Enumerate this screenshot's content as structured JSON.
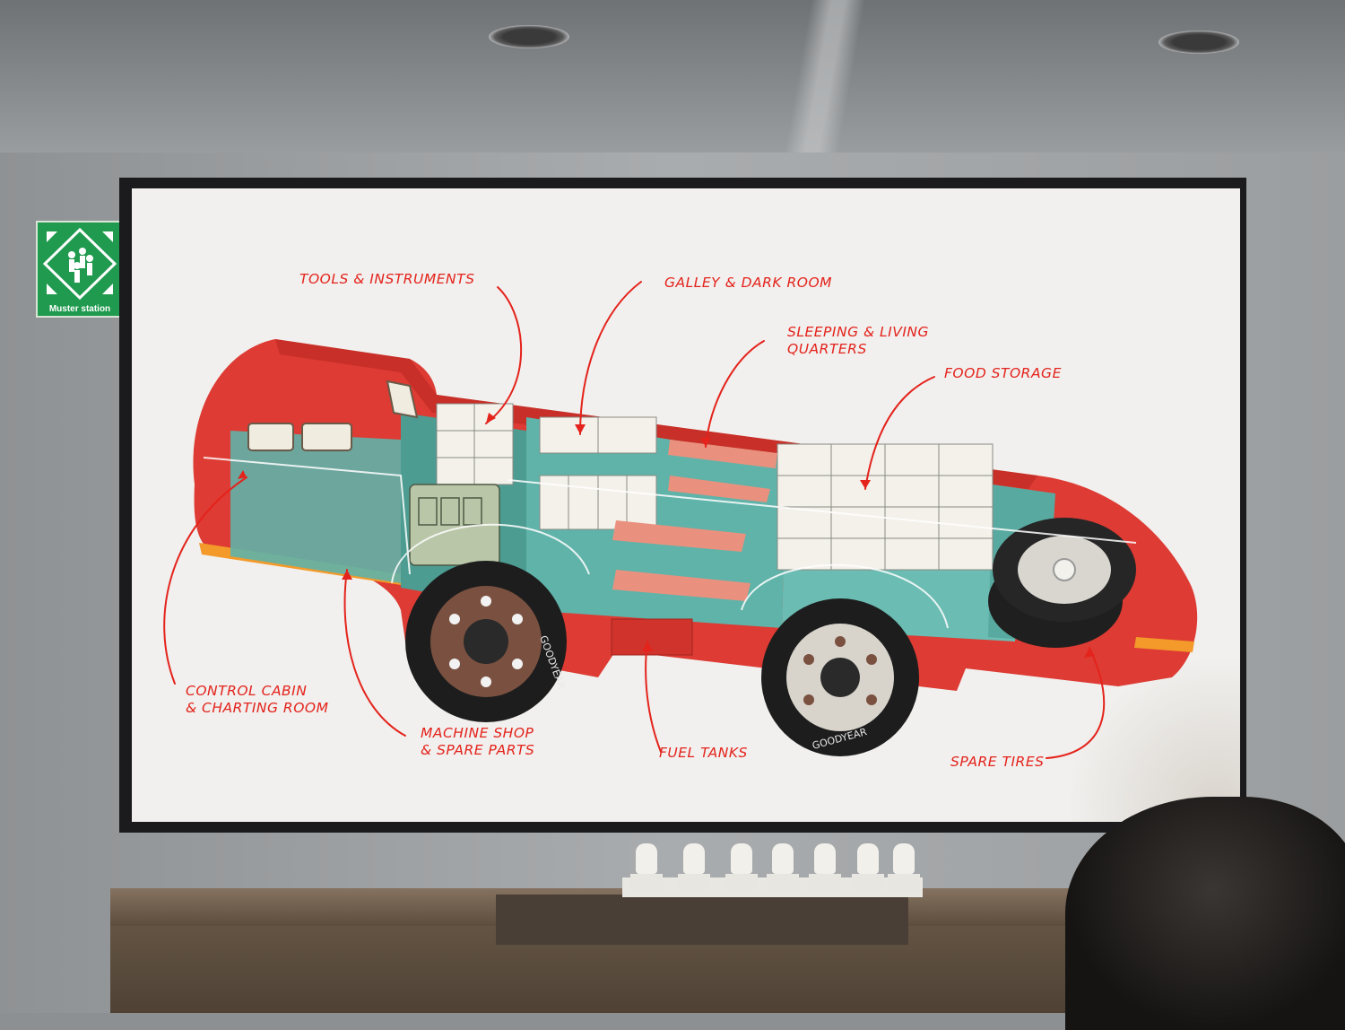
{
  "sign": {
    "label": "Muster station"
  },
  "callouts": [
    {
      "id": "tools",
      "text": "TOOLS & INSTRUMENTS"
    },
    {
      "id": "galley",
      "text": "GALLEY & DARK ROOM"
    },
    {
      "id": "sleeping",
      "line1": "SLEEPING & LIVING",
      "line2": "QUARTERS"
    },
    {
      "id": "food",
      "text": "FOOD STORAGE"
    },
    {
      "id": "control",
      "line1": "CONTROL CABIN",
      "line2": "& CHARTING ROOM"
    },
    {
      "id": "machine",
      "line1": "MACHINE SHOP",
      "line2": "& SPARE PARTS"
    },
    {
      "id": "fuel",
      "text": "FUEL TANKS"
    },
    {
      "id": "tires",
      "text": "SPARE TIRES"
    }
  ],
  "tire_brand": "GOODYEAR",
  "colors": {
    "callout_red": "#e4231c",
    "vehicle_red": "#dd3b33",
    "interior_teal": "#5fb3a9",
    "screen_white": "#f1f0ee",
    "sign_green": "#1f9a4e"
  }
}
